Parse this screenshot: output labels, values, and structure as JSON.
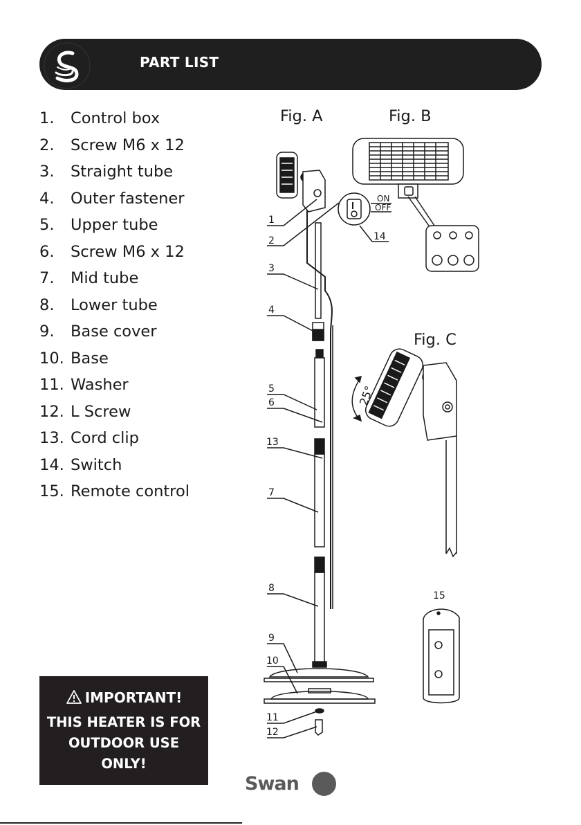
{
  "header": {
    "title": "PART LIST"
  },
  "parts": [
    {
      "num": "1.",
      "label": "Control box"
    },
    {
      "num": "2.",
      "label": "Screw M6 x 12"
    },
    {
      "num": "3.",
      "label": "Straight tube"
    },
    {
      "num": "4.",
      "label": "Outer fastener"
    },
    {
      "num": "5.",
      "label": "Upper tube"
    },
    {
      "num": "6.",
      "label": "Screw M6 x 12"
    },
    {
      "num": "7.",
      "label": "Mid tube"
    },
    {
      "num": "8.",
      "label": "Lower tube"
    },
    {
      "num": "9.",
      "label": "Base cover"
    },
    {
      "num": "10.",
      "label": "Base"
    },
    {
      "num": "11.",
      "label": "Washer"
    },
    {
      "num": "12.",
      "label": "L Screw"
    },
    {
      "num": "13.",
      "label": "Cord clip"
    },
    {
      "num": "14.",
      "label": "Switch"
    },
    {
      "num": "15.",
      "label": "Remote control"
    }
  ],
  "figures": {
    "a": "Fig. A",
    "b": "Fig. B",
    "c": "Fig. C"
  },
  "callouts": [
    "1",
    "2",
    "3",
    "4",
    "5",
    "6",
    "13",
    "7",
    "8",
    "9",
    "10",
    "11",
    "12",
    "14",
    "15"
  ],
  "switch": {
    "on": "ON",
    "off": "OFF"
  },
  "angle_label": "25°",
  "important": {
    "heading": "IMPORTANT!",
    "body": "THIS HEATER IS FOR OUTDOOR USE ONLY!"
  },
  "footer": {
    "brand": "Swan"
  },
  "colors": {
    "dark": "#1f1f1f",
    "grey": "#5a5a5a"
  }
}
